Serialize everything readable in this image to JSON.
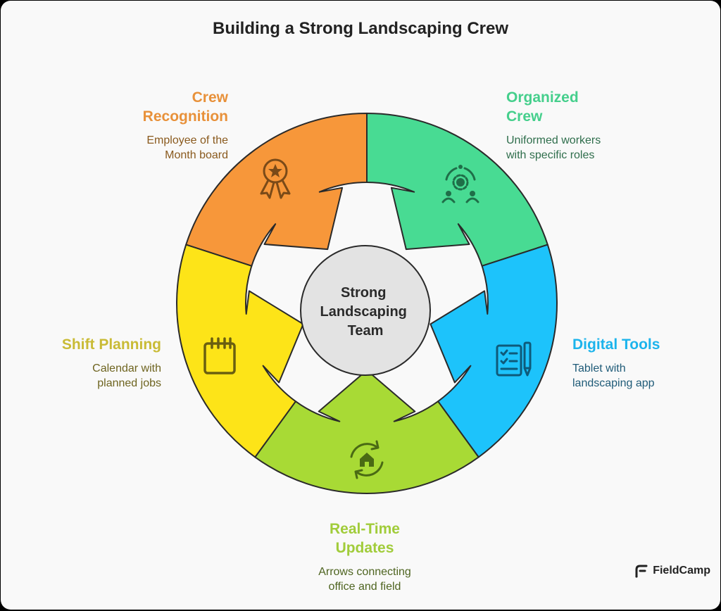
{
  "title": "Building a Strong Landscaping Crew",
  "center": {
    "lines": [
      "Strong",
      "Landscaping",
      "Team"
    ]
  },
  "segments": [
    {
      "id": "crew-recognition",
      "heading_lines": [
        "Crew",
        "Recognition"
      ],
      "description_lines": [
        "Employee of the",
        "Month board"
      ],
      "icon": "award-ribbon-icon",
      "color": "#F7973A",
      "text_color": "#E8913A",
      "desc_color": "#8A5A1E"
    },
    {
      "id": "organized-crew",
      "heading_lines": [
        "Organized",
        "Crew"
      ],
      "description_lines": [
        "Uniformed workers",
        "with specific roles"
      ],
      "icon": "team-gear-icon",
      "color": "#48DB93",
      "text_color": "#45CF8C",
      "desc_color": "#2F6E4C"
    },
    {
      "id": "digital-tools",
      "heading_lines": [
        "Digital Tools"
      ],
      "description_lines": [
        "Tablet with",
        "landscaping app"
      ],
      "icon": "tablet-checklist-icon",
      "color": "#1DC3FB",
      "text_color": "#1CB4EC",
      "desc_color": "#1F5B78"
    },
    {
      "id": "real-time-updates",
      "heading_lines": [
        "Real-Time",
        "Updates"
      ],
      "description_lines": [
        "Arrows connecting",
        "office and field"
      ],
      "icon": "home-sync-icon",
      "color": "#A8DA35",
      "text_color": "#A1CC3A",
      "desc_color": "#4E6420"
    },
    {
      "id": "shift-planning",
      "heading_lines": [
        "Shift Planning"
      ],
      "description_lines": [
        "Calendar with",
        "planned jobs"
      ],
      "icon": "calendar-icon",
      "color": "#FDE418",
      "text_color": "#C9BB35",
      "desc_color": "#6E6420"
    }
  ],
  "brand": {
    "name": "FieldCamp"
  }
}
